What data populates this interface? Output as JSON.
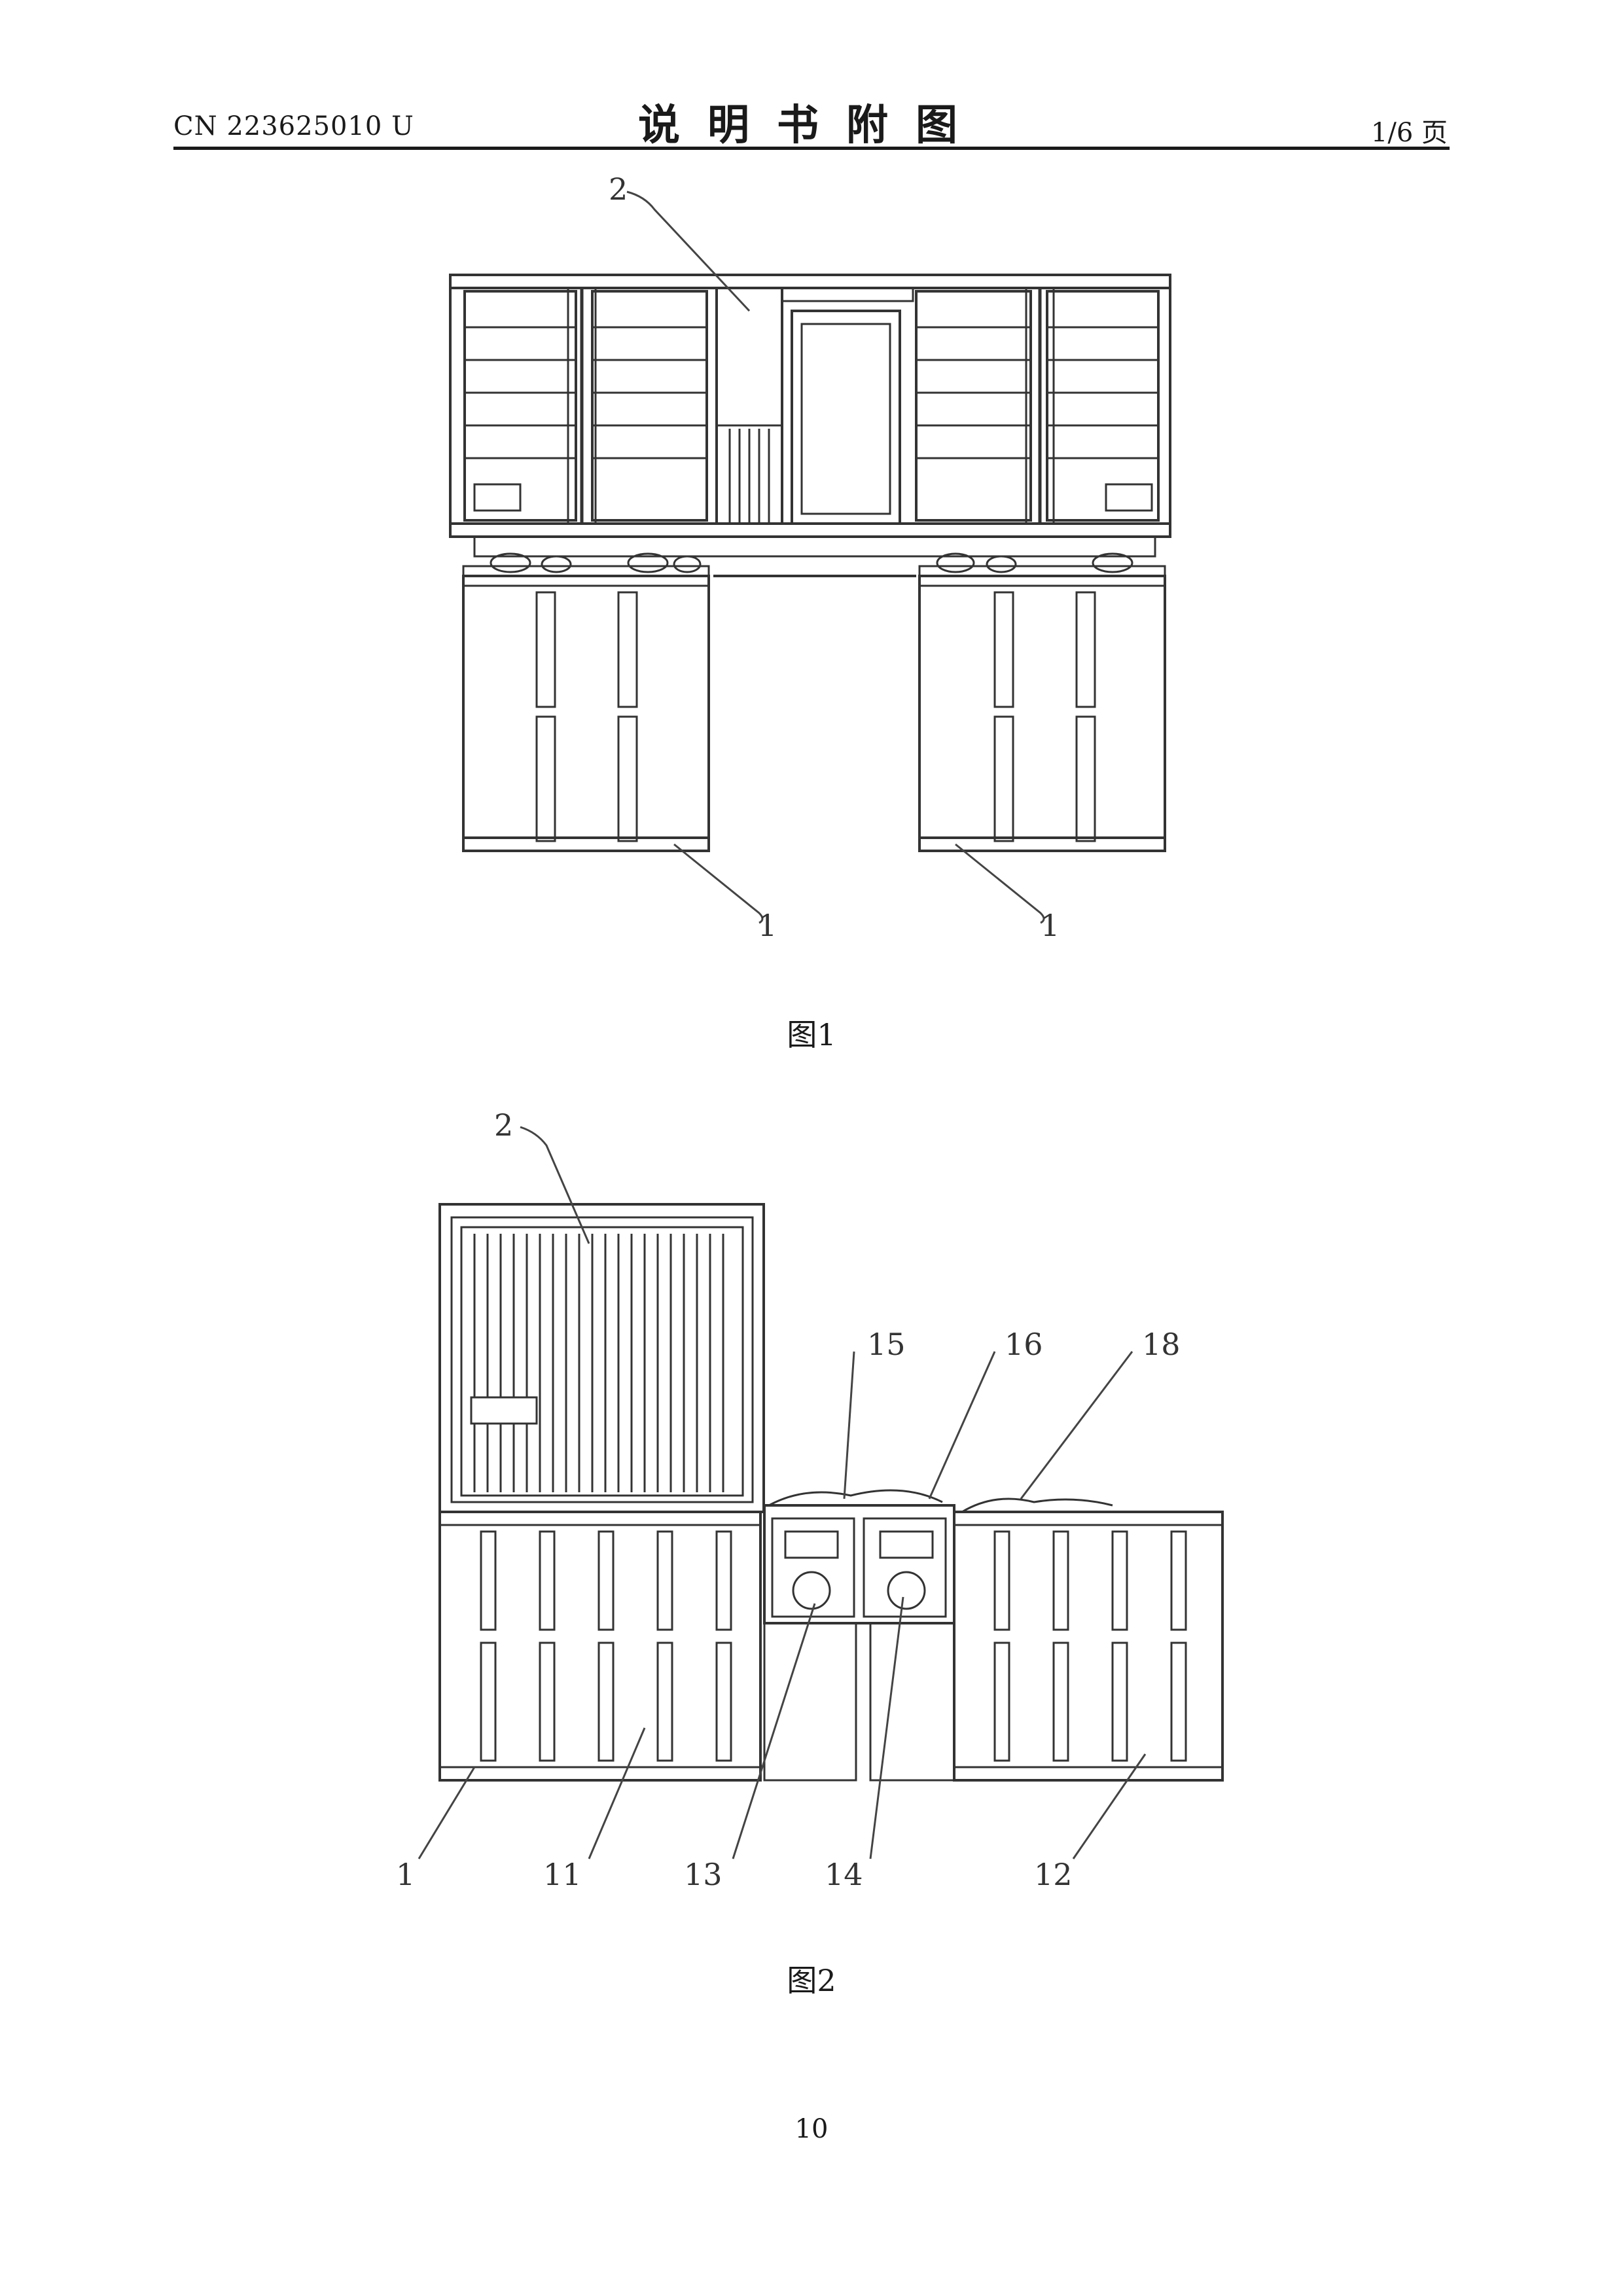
{
  "header": {
    "publication_number": "CN 223625010 U",
    "title": "说明书附图",
    "page_indicator": "1/6 页"
  },
  "figure1": {
    "caption": "图1",
    "labels": {
      "cabin": "2",
      "left_battery": "1",
      "right_battery": "1"
    }
  },
  "figure2": {
    "caption": "图2",
    "labels": {
      "cabin": "2",
      "l15": "15",
      "l16": "16",
      "l18": "18",
      "l1": "1",
      "l11": "11",
      "l13": "13",
      "l14": "14",
      "l12": "12"
    }
  },
  "footer": {
    "page_number": "10"
  }
}
